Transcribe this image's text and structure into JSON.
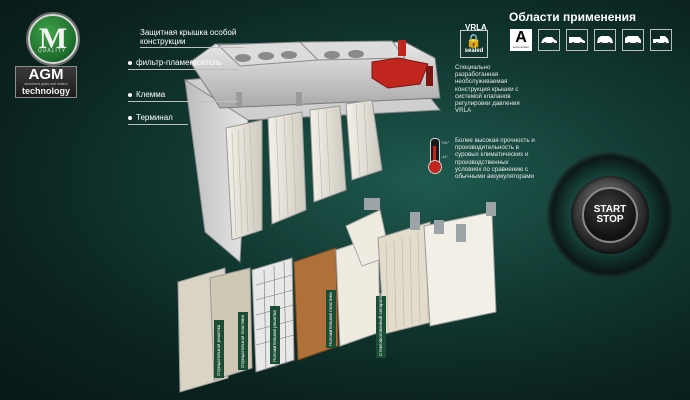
{
  "logo": {
    "letter": "M",
    "ring_text": "QUALITY"
  },
  "agm": {
    "title": "AGM",
    "subtitle": "absorbent glass mat battery",
    "tech": "technology"
  },
  "callouts": {
    "cover": "Защитная крышка особой конструкции",
    "filter": "фильтр-пламегаситель",
    "clamp": "Клемма",
    "terminal": "Терминал"
  },
  "vrla": {
    "title": "VRLA",
    "sealed": "sealed"
  },
  "apps": {
    "title": "Области применения",
    "badge_letter": "A",
    "badge_sub": "accumulator",
    "icons": [
      "car-icon",
      "van-icon",
      "suv-icon",
      "minivan-icon",
      "pickup-icon"
    ]
  },
  "desc1": "Специально разработанная необслуживаемая конструкция крышки с системой клапанов регулировки давления VRLA",
  "desc2": "Более высокая прочность и производительность в суровых климатических и производственных условиях по сравнению с обычными аккумуляторами",
  "thermo": {
    "high": "+51°",
    "low": "-41°"
  },
  "start_stop": {
    "line1": "START",
    "line2": "STOP"
  },
  "plates": [
    "Отрицательная решетка",
    "Отрицательная пластина",
    "Положительная решетка",
    "Положительная пластина",
    "Стекловолоконный сепаратор"
  ],
  "colors": {
    "background": "#0f2e29",
    "accent_red": "#c0261d",
    "logo_green": "#2a8a37"
  }
}
